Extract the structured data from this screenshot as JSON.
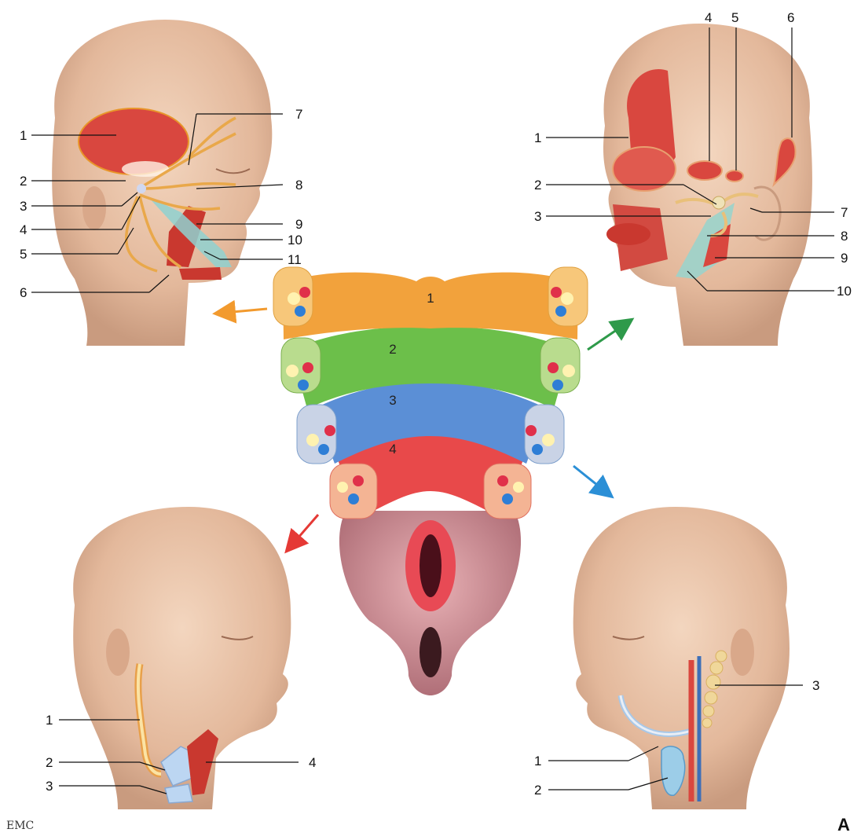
{
  "panel_letter": "A",
  "logo_text": "EMC",
  "center": {
    "arches": [
      {
        "num": "1",
        "color": "#f2a23c"
      },
      {
        "num": "2",
        "color": "#6cbf4a"
      },
      {
        "num": "3",
        "color": "#5b8fd6"
      },
      {
        "num": "4",
        "color": "#e8494a"
      }
    ]
  },
  "top_left": {
    "arrow_color": "#f29a2e",
    "labels": [
      "1",
      "2",
      "3",
      "4",
      "5",
      "6",
      "7",
      "8",
      "9",
      "10",
      "11"
    ]
  },
  "top_right": {
    "arrow_color": "#2e9a4a",
    "labels": [
      "1",
      "2",
      "3",
      "4",
      "5",
      "6",
      "7",
      "8",
      "9",
      "10"
    ]
  },
  "bottom_left": {
    "arrow_color": "#e53935",
    "labels": [
      "1",
      "2",
      "3",
      "4"
    ]
  },
  "bottom_right": {
    "arrow_color": "#2b8fd6",
    "labels": [
      "1",
      "2",
      "3"
    ]
  }
}
